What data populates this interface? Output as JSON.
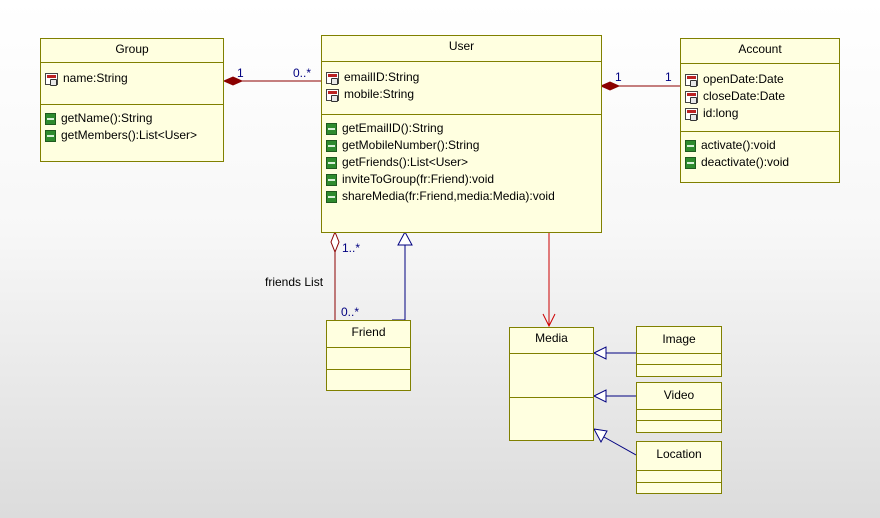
{
  "classes": {
    "group": {
      "name": "Group",
      "attributes": [
        "name:String"
      ],
      "operations": [
        "getName():String",
        "getMembers():List<User>"
      ]
    },
    "user": {
      "name": "User",
      "attributes": [
        "emailID:String",
        "mobile:String"
      ],
      "operations": [
        "getEmailID():String",
        "getMobileNumber():String",
        "getFriends():List<User>",
        "inviteToGroup(fr:Friend):void",
        "shareMedia(fr:Friend,media:Media):void"
      ]
    },
    "account": {
      "name": "Account",
      "attributes": [
        "openDate:Date",
        "closeDate:Date",
        "id:long"
      ],
      "operations": [
        "activate():void",
        "deactivate():void"
      ]
    },
    "friend": {
      "name": "Friend"
    },
    "media": {
      "name": "Media"
    },
    "image": {
      "name": "Image"
    },
    "video": {
      "name": "Video"
    },
    "location": {
      "name": "Location"
    }
  },
  "relations": {
    "group_user": {
      "from": "Group",
      "to": "User",
      "type": "composition",
      "group_mult": "1",
      "user_mult": "0..*"
    },
    "user_account": {
      "from": "Account",
      "to": "User",
      "type": "composition",
      "user_mult": "1",
      "account_mult": "1"
    },
    "user_friend": {
      "type": "aggregation",
      "label": "friends List",
      "user_mult": "1..*",
      "friend_mult": "0..*"
    },
    "friend_generalization": {
      "type": "generalization",
      "from": "Friend",
      "to": "User"
    },
    "user_media": {
      "type": "dependency",
      "from": "User",
      "to": "Media"
    },
    "media_generalizations": {
      "type": "generalization",
      "to": "Media",
      "from": [
        "Image",
        "Video",
        "Location"
      ]
    }
  },
  "colors": {
    "class_fill": "#ffffe0",
    "class_border": "#808000",
    "association_line": "#8b0000",
    "generalization_line": "#000080",
    "dependency_line": "#cc0000",
    "multiplicity_text": "#000080"
  },
  "icons": {
    "attribute": "field-icon",
    "operation": "method-icon"
  }
}
